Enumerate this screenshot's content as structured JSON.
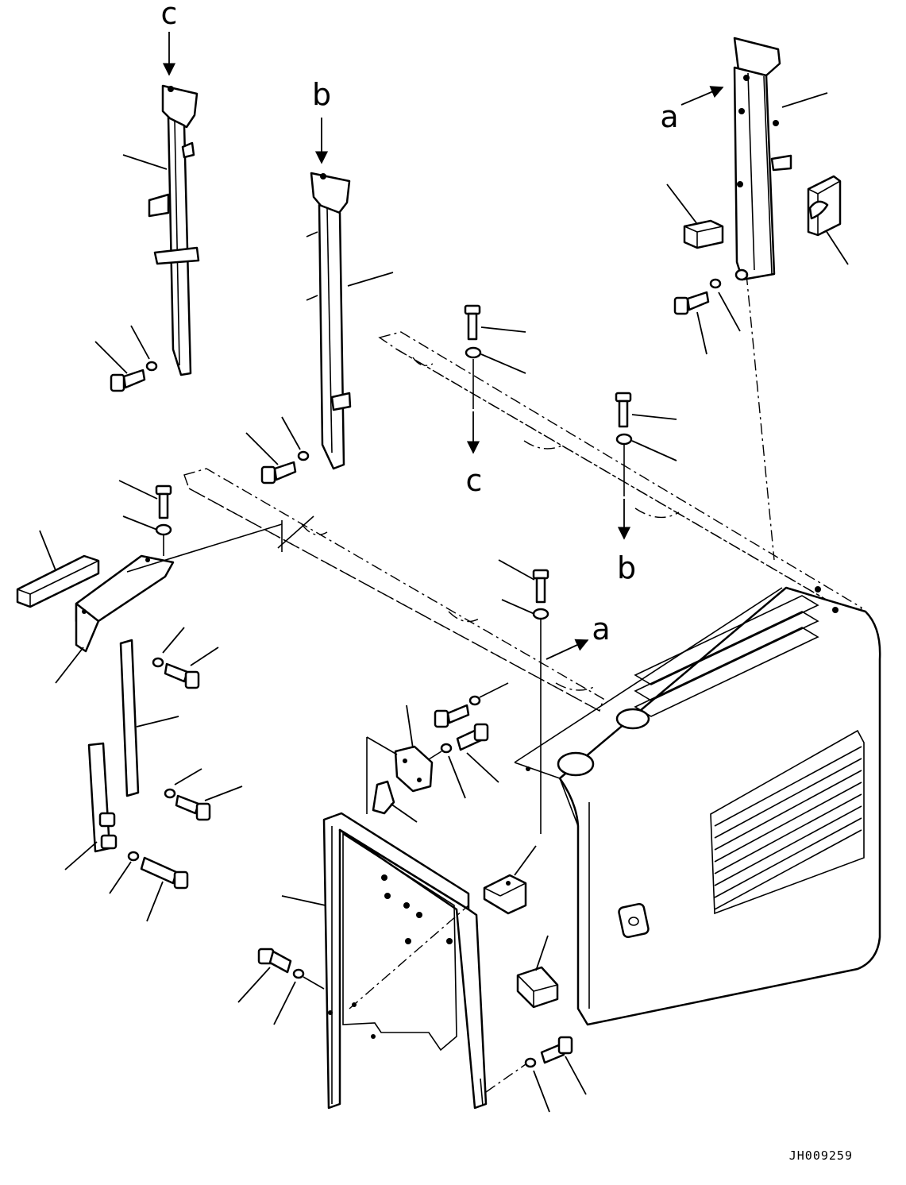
{
  "diagram": {
    "view_labels": {
      "c_top": "c",
      "b_top": "b",
      "a_top": "a",
      "c_mid": "c",
      "b_mid": "b",
      "a_mid": "a"
    },
    "drawing_code": "JH009259"
  }
}
